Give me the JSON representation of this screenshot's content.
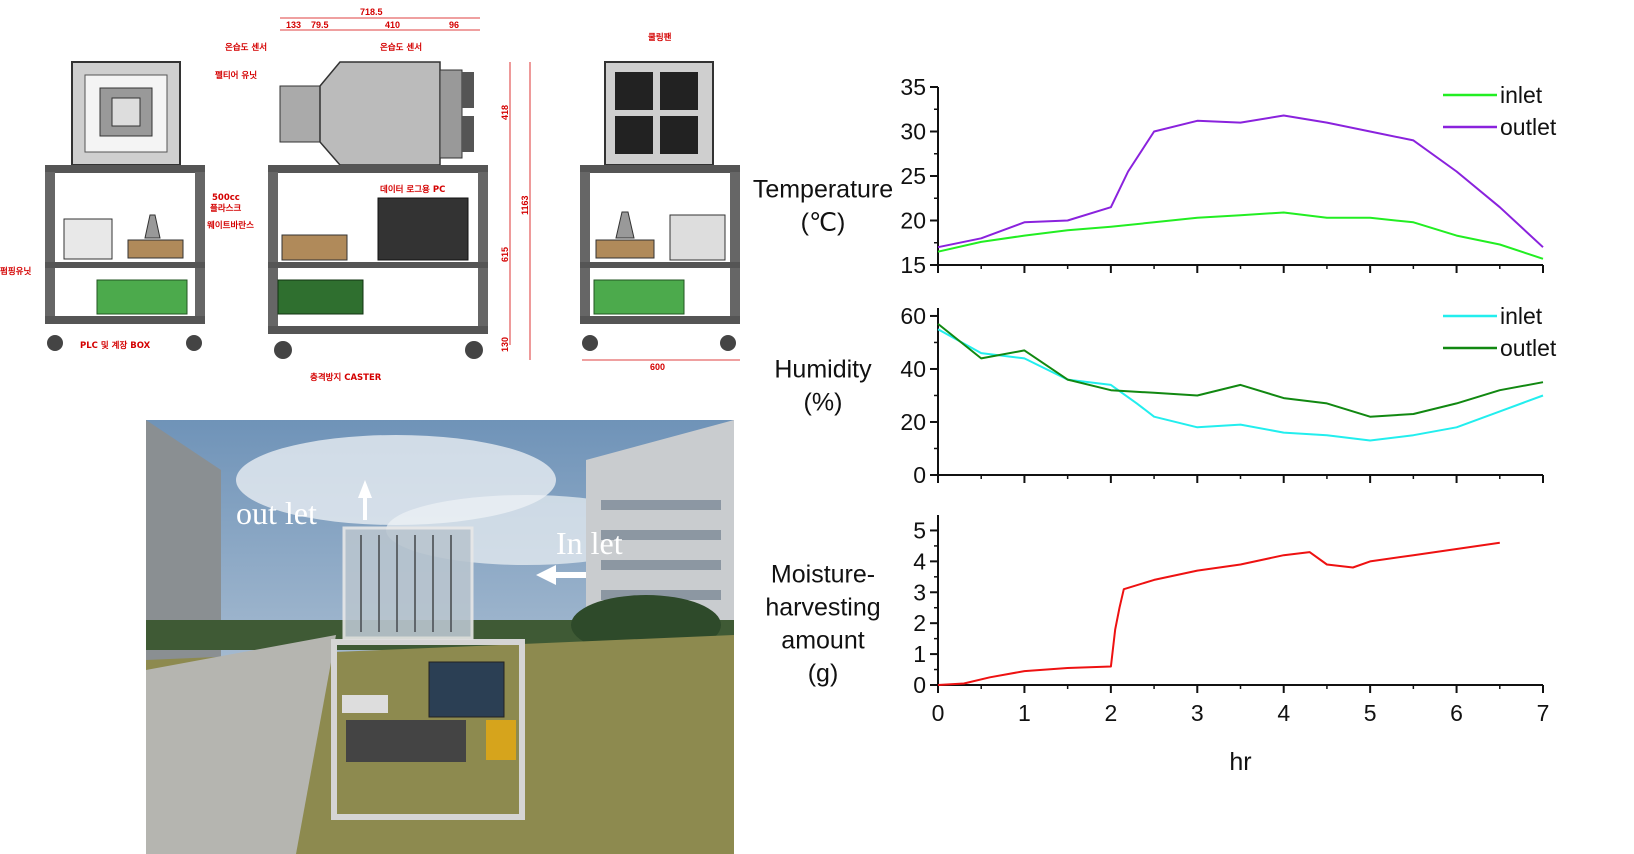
{
  "drawing": {
    "dimensions": {
      "overall_width": "718.5",
      "d1": "133",
      "d2": "79.5",
      "d3": "410",
      "d4": "96",
      "upper_height": "418",
      "total_height": "1163",
      "middle_height": "615",
      "caster_height": "130",
      "base_width": "600"
    },
    "labels": {
      "sensor_left": "온습도 센서",
      "sensor_right": "온습도 센서",
      "peltier": "펠티어 유닛",
      "cooling_fan": "쿨링팬",
      "flask_size": "500cc",
      "flask": "플라스크",
      "weight_balance": "웨이트바란스",
      "pump_unit": "펌핑유닛",
      "plc_box": "PLC 및 계장 BOX",
      "data_logger": "데이터 로그용 PC",
      "caster": "충격방지 CASTER"
    }
  },
  "photo": {
    "outlet_label": "out let",
    "inlet_label": "In let"
  },
  "chart_data": [
    {
      "type": "line",
      "ylabel_lines": [
        "Temperature",
        "(℃)"
      ],
      "xlim": [
        0,
        7
      ],
      "ylim": [
        15,
        35
      ],
      "yticks": [
        "15",
        "20",
        "25",
        "30",
        "35"
      ],
      "legend_position": "top-right",
      "series": [
        {
          "name": "inlet",
          "color": "#22ee22",
          "x": [
            0,
            0.5,
            1,
            1.5,
            2,
            2.5,
            3,
            3.5,
            4,
            4.5,
            5,
            5.5,
            6,
            6.5,
            7
          ],
          "values": [
            16.5,
            17.6,
            18.3,
            18.9,
            19.3,
            19.8,
            20.3,
            20.6,
            20.9,
            20.3,
            20.3,
            19.8,
            18.3,
            17.3,
            15.7
          ]
        },
        {
          "name": "outlet",
          "color": "#8a22dd",
          "x": [
            0,
            0.5,
            1,
            1.5,
            2,
            2.2,
            2.5,
            3,
            3.5,
            4,
            4.5,
            5,
            5.5,
            6,
            6.5,
            7
          ],
          "values": [
            17.0,
            18.0,
            19.8,
            20.0,
            21.5,
            25.5,
            30.0,
            31.2,
            31.0,
            31.8,
            31.0,
            30.0,
            29.0,
            25.5,
            21.5,
            17.0
          ]
        }
      ]
    },
    {
      "type": "line",
      "ylabel_lines": [
        "Humidity",
        "(%)"
      ],
      "xlim": [
        0,
        7
      ],
      "ylim": [
        0,
        63
      ],
      "yticks": [
        "0",
        "20",
        "40",
        "60"
      ],
      "legend_position": "top-right",
      "series": [
        {
          "name": "inlet",
          "color": "#22eeee",
          "x": [
            0,
            0.5,
            1,
            1.5,
            2,
            2.3,
            2.5,
            3,
            3.5,
            4,
            4.5,
            5,
            5.5,
            6,
            6.5,
            7
          ],
          "values": [
            55,
            46,
            44,
            36,
            34,
            27,
            22,
            18,
            19,
            16,
            15,
            13,
            15,
            18,
            24,
            30
          ]
        },
        {
          "name": "outlet",
          "color": "#118811",
          "x": [
            0,
            0.5,
            1,
            1.5,
            2,
            2.5,
            3,
            3.5,
            4,
            4.5,
            5,
            5.5,
            6,
            6.5,
            7
          ],
          "values": [
            57,
            44,
            47,
            36,
            32,
            31,
            30,
            34,
            29,
            27,
            22,
            23,
            27,
            32,
            35
          ]
        }
      ]
    },
    {
      "type": "line",
      "ylabel_lines": [
        "Moisture-",
        "harvesting",
        "amount",
        "(g)"
      ],
      "xlabel": "hr",
      "xlim": [
        0,
        7
      ],
      "ylim": [
        0,
        5.5
      ],
      "xticks": [
        "0",
        "1",
        "2",
        "3",
        "4",
        "5",
        "6",
        "7"
      ],
      "yticks": [
        "0",
        "1",
        "2",
        "3",
        "4",
        "5"
      ],
      "series": [
        {
          "color": "#ee1111",
          "x": [
            0,
            0.3,
            0.6,
            1,
            1.5,
            2,
            2.05,
            2.1,
            2.15,
            2.5,
            3,
            3.5,
            4,
            4.3,
            4.5,
            4.8,
            5,
            5.5,
            6,
            6.5
          ],
          "values": [
            0,
            0.05,
            0.25,
            0.45,
            0.55,
            0.6,
            1.8,
            2.5,
            3.1,
            3.4,
            3.7,
            3.9,
            4.2,
            4.3,
            3.9,
            3.8,
            4.0,
            4.2,
            4.4,
            4.6
          ]
        }
      ]
    }
  ]
}
